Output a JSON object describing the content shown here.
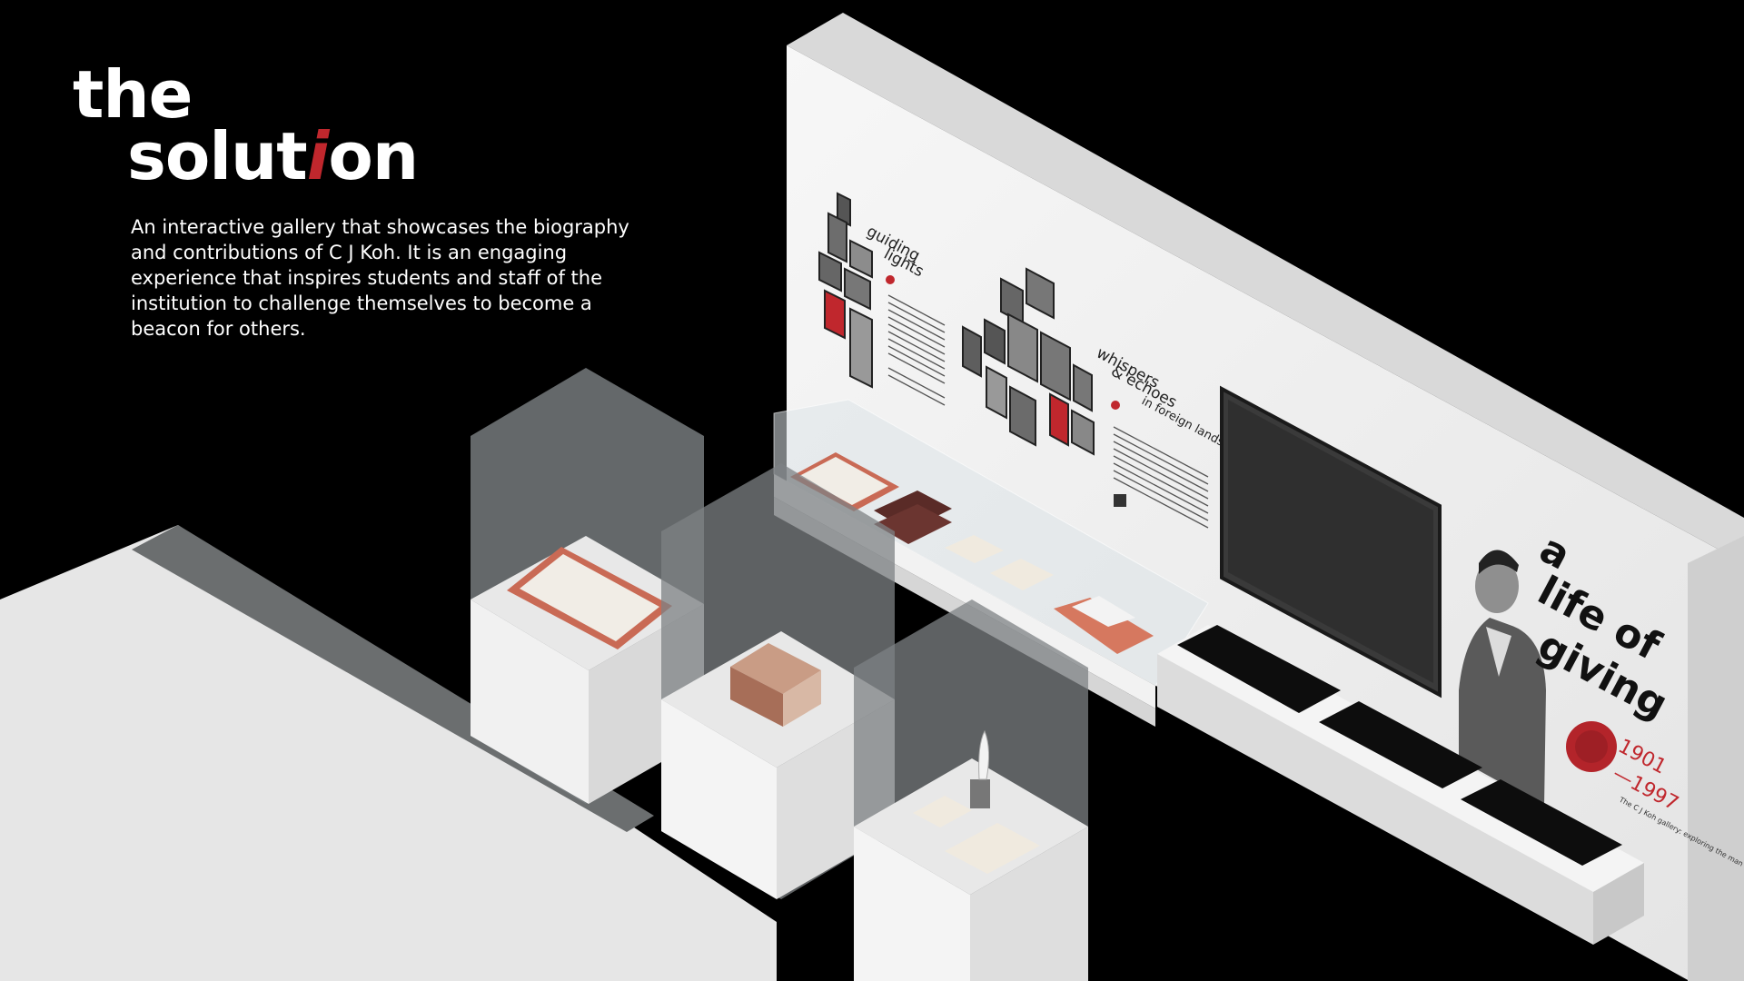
{
  "heading": {
    "line1": "the",
    "line2_start": "solut",
    "line2_accent": "i",
    "line2_end": "on"
  },
  "description": "An interactive gallery that showcases the biography and contributions of C J Koh. It is an engaging experience that inspires students and staff of the institution to challenge themselves to become a beacon for others.",
  "wall": {
    "section1_title_1": "guiding",
    "section1_title_2": "lights",
    "section2_title_1": "whispers",
    "section2_title_2": "& echoes",
    "section2_title_3": "in foreign lands",
    "feature_title_1": "a",
    "feature_title_2": "life of",
    "feature_title_3": "giving",
    "years_1": "1901",
    "years_2": "—1997",
    "caption": "The C J Koh gallery: exploring the man behind the name."
  },
  "colors": {
    "accent": "#c0272d",
    "background": "#000000",
    "wall": "#f0f0f0",
    "pedestal": "#e6e6e6"
  }
}
